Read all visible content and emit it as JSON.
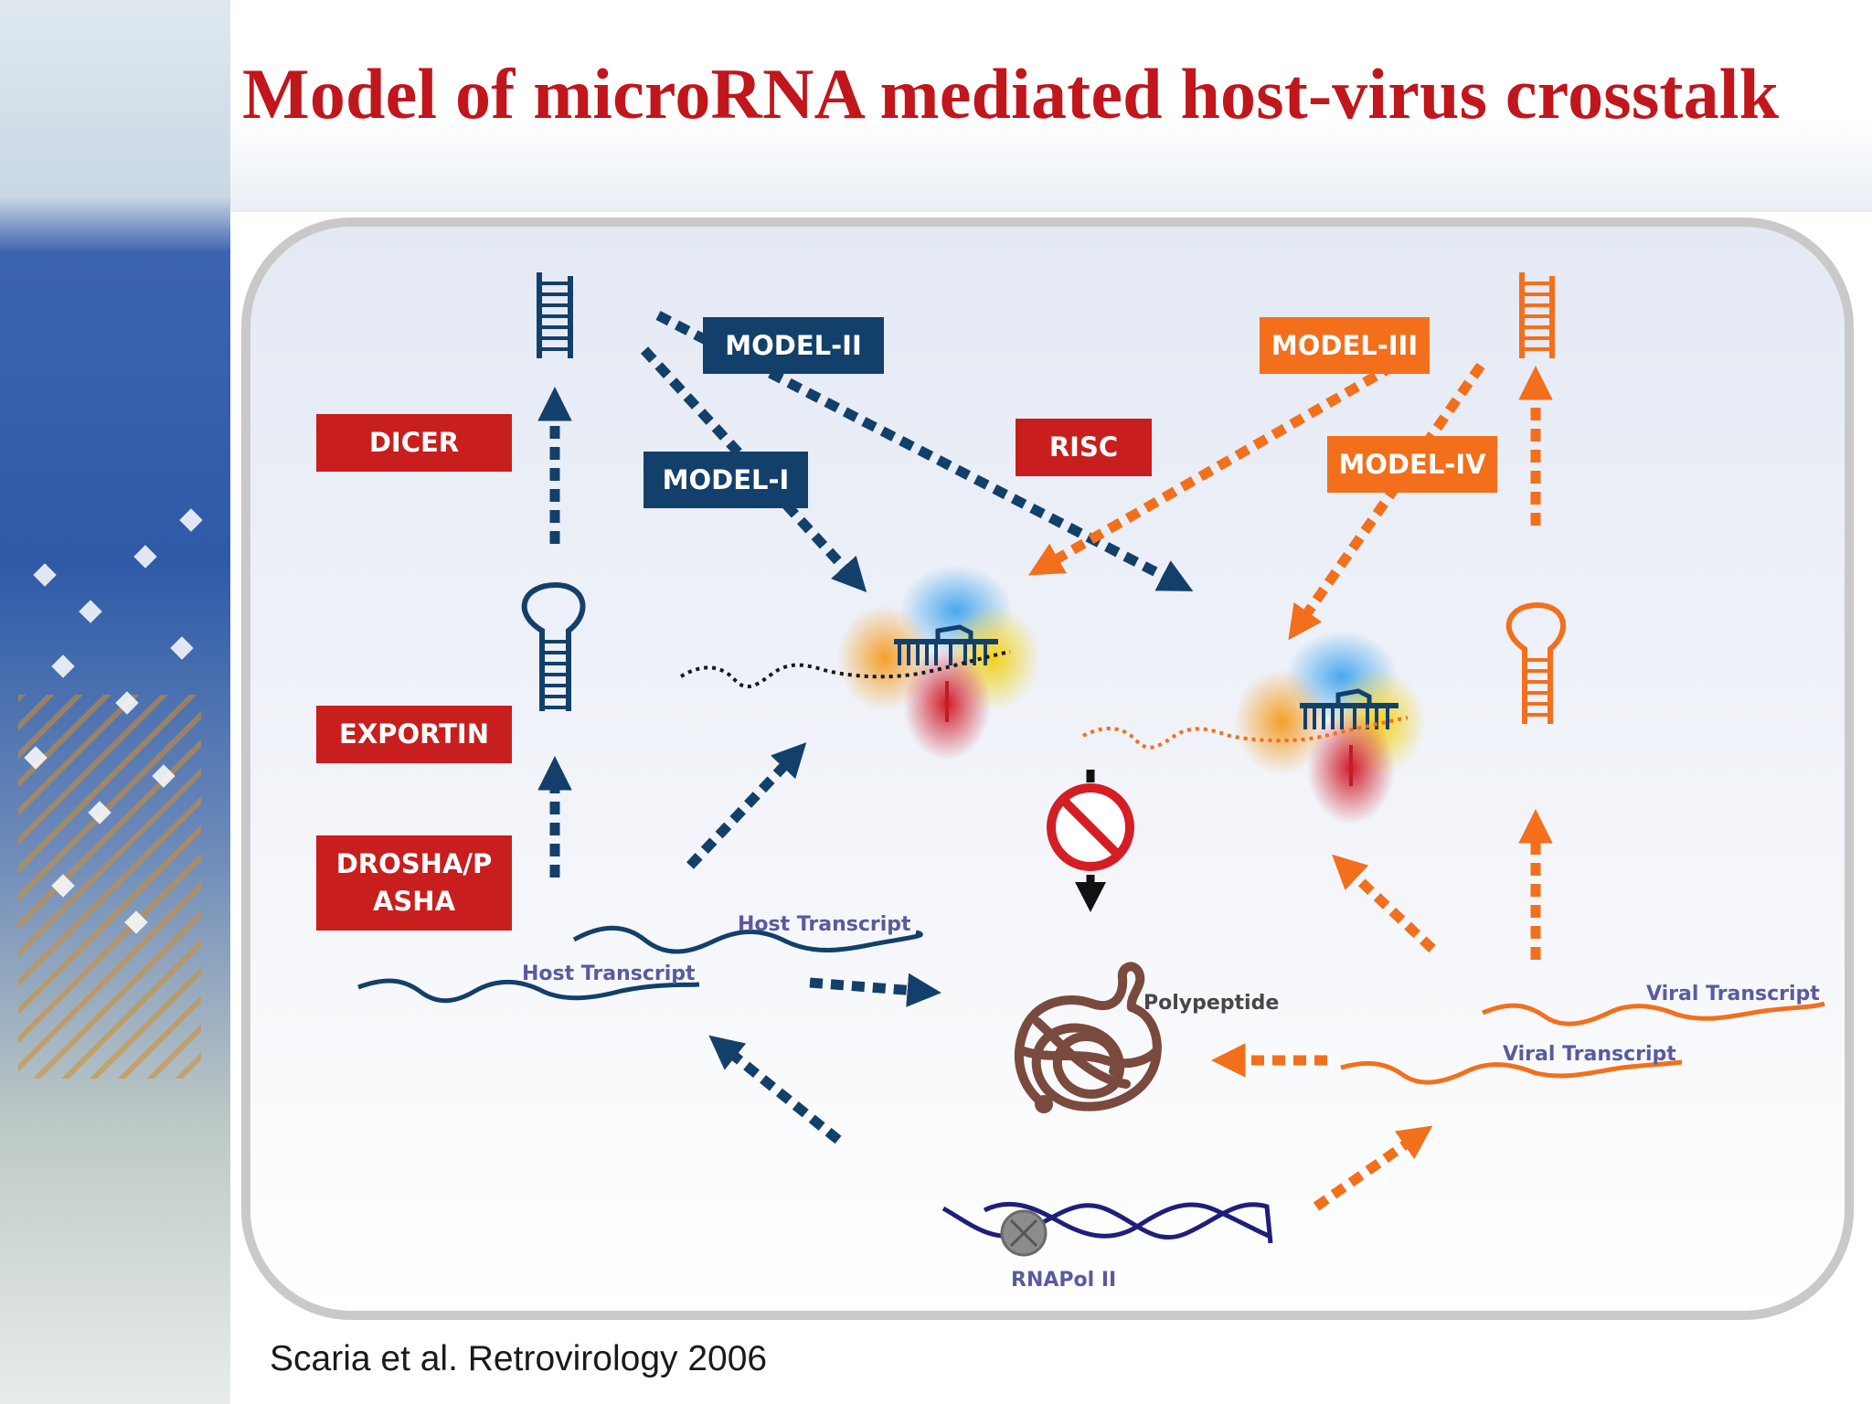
{
  "title": "Model of microRNA mediated host-virus crosstalk",
  "citation": "Scaria et al. Retrovirology 2006",
  "boxes": {
    "dicer": "DICER",
    "exportin": "EXPORTIN",
    "drosha": "DROSHA/P\nASHA",
    "model_1": "MODEL-I",
    "model_2": "MODEL-II",
    "model_3": "MODEL-III",
    "model_4": "MODEL-IV",
    "risc": "RISC"
  },
  "labels": {
    "host_transcript_upper": "Host Transcript",
    "host_transcript_lower": "Host Transcript",
    "viral_transcript_upper": "Viral Transcript",
    "viral_transcript_lower": "Viral Transcript",
    "polypeptide": "Polypeptide",
    "rnapol": "RNAPol II"
  },
  "colors": {
    "title": "#c0161c",
    "host_pathway": "#13406a",
    "viral_pathway": "#f36f1c",
    "enzyme_box": "#c81e1e",
    "polypeptide": "#7a4a3f"
  },
  "icons": [
    "mirna-duplex-icon",
    "pre-mirna-hairpin-icon",
    "risc-complex-icon",
    "no-translation-icon",
    "polypeptide-icon",
    "dna-helix-icon",
    "rna-polymerase-icon"
  ]
}
